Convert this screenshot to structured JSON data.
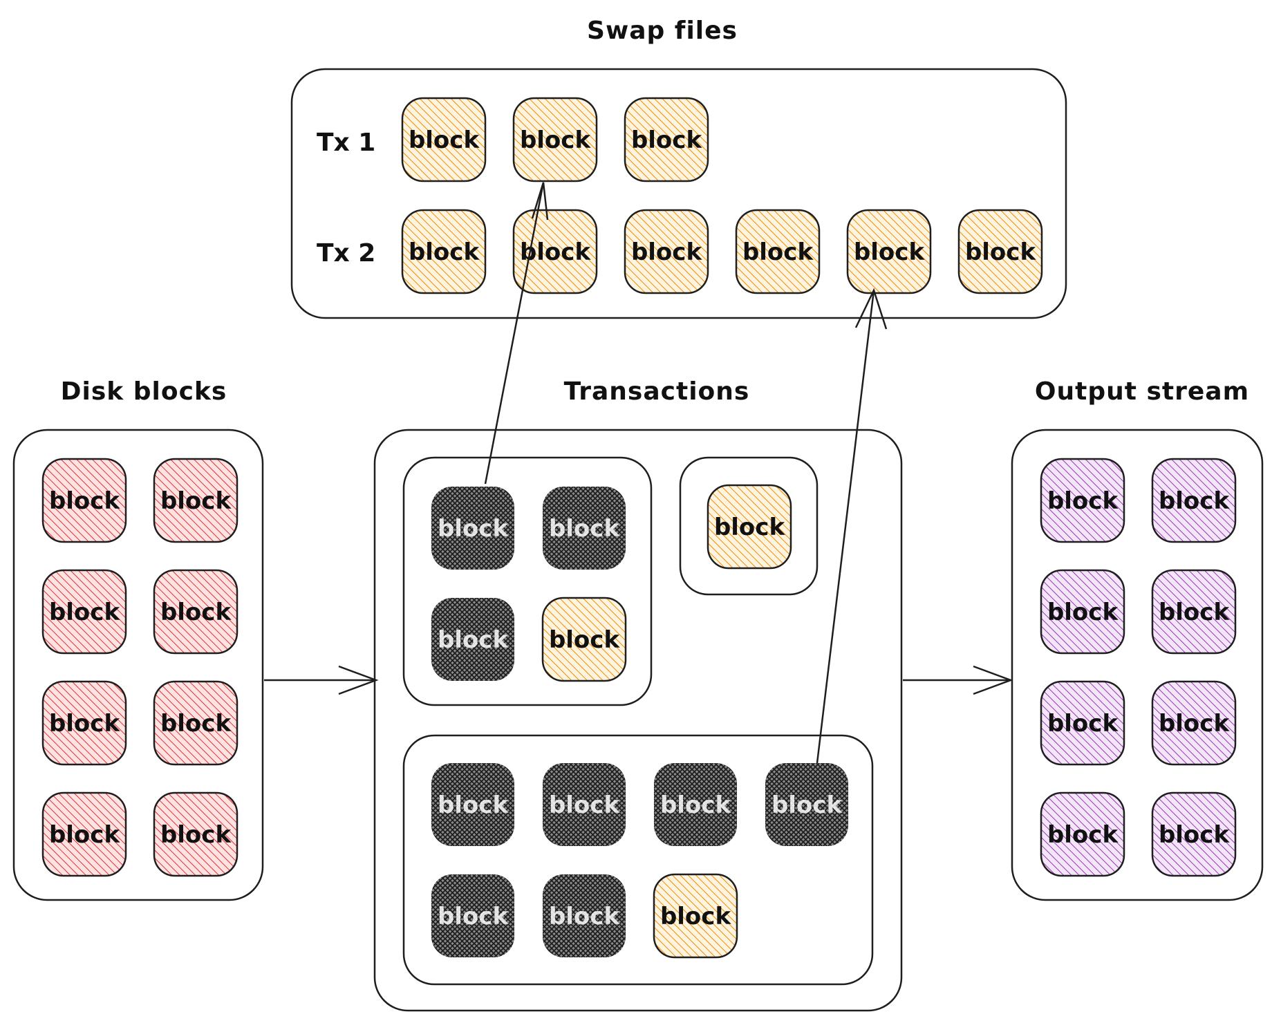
{
  "titles": {
    "swap": "Swap files",
    "disk": "Disk blocks",
    "transactions": "Transactions",
    "output": "Output stream"
  },
  "swap_rows": [
    {
      "label": "Tx 1",
      "blocks": [
        "block",
        "block",
        "block"
      ]
    },
    {
      "label": "Tx 2",
      "blocks": [
        "block",
        "block",
        "block",
        "block",
        "block",
        "block"
      ]
    }
  ],
  "disk_blocks": [
    "block",
    "block",
    "block",
    "block",
    "block",
    "block",
    "block",
    "block"
  ],
  "output_blocks": [
    "block",
    "block",
    "block",
    "block",
    "block",
    "block",
    "block",
    "block"
  ],
  "tx_group_1": [
    {
      "text": "block",
      "state": "dark"
    },
    {
      "text": "block",
      "state": "dark"
    },
    {
      "text": "block",
      "state": "dark"
    },
    {
      "text": "block",
      "state": "swap"
    }
  ],
  "tx_group_single": [
    {
      "text": "block",
      "state": "swap"
    }
  ],
  "tx_group_2": [
    {
      "text": "block",
      "state": "dark"
    },
    {
      "text": "block",
      "state": "dark"
    },
    {
      "text": "block",
      "state": "dark"
    },
    {
      "text": "block",
      "state": "dark"
    },
    {
      "text": "block",
      "state": "dark"
    },
    {
      "text": "block",
      "state": "dark"
    },
    {
      "text": "block",
      "state": "swap"
    }
  ],
  "colors": {
    "disk": "#e03131",
    "swap": "#f08c00",
    "output": "#9c36b5",
    "dark": "#1e1e1e",
    "panel": "#ced4da",
    "stroke": "#1e1e1e"
  }
}
